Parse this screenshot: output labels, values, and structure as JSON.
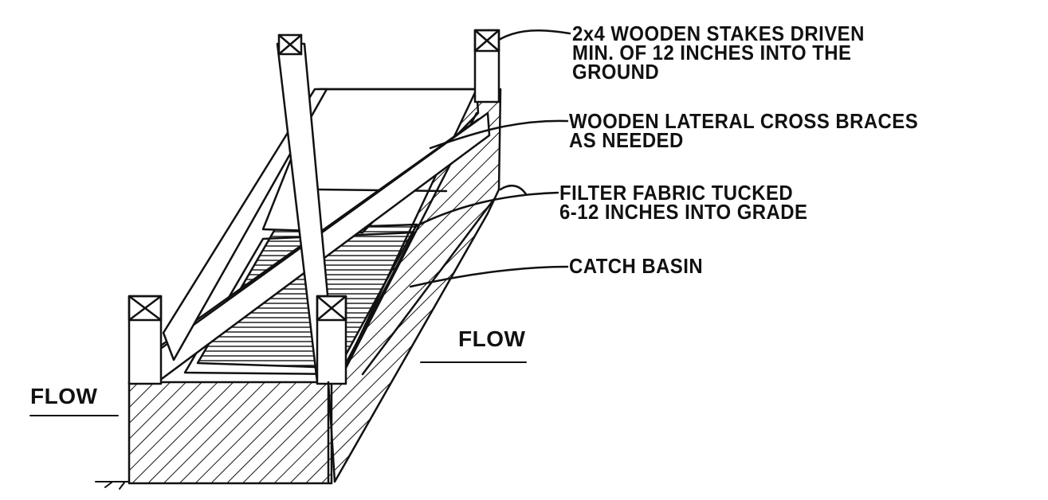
{
  "callouts": {
    "stakes": {
      "line1": "2x4 WOODEN STAKES DRIVEN",
      "line2": "MIN. OF 12 INCHES INTO THE",
      "line3": "GROUND"
    },
    "braces": {
      "line1": "WOODEN LATERAL CROSS BRACES",
      "line2": "AS NEEDED"
    },
    "fabric": {
      "line1": "FILTER FABRIC TUCKED",
      "line2": "6-12 INCHES INTO GRADE"
    },
    "basin": {
      "line1": "CATCH BASIN"
    }
  },
  "flow_labels": {
    "left": "FLOW",
    "right": "FLOW"
  }
}
